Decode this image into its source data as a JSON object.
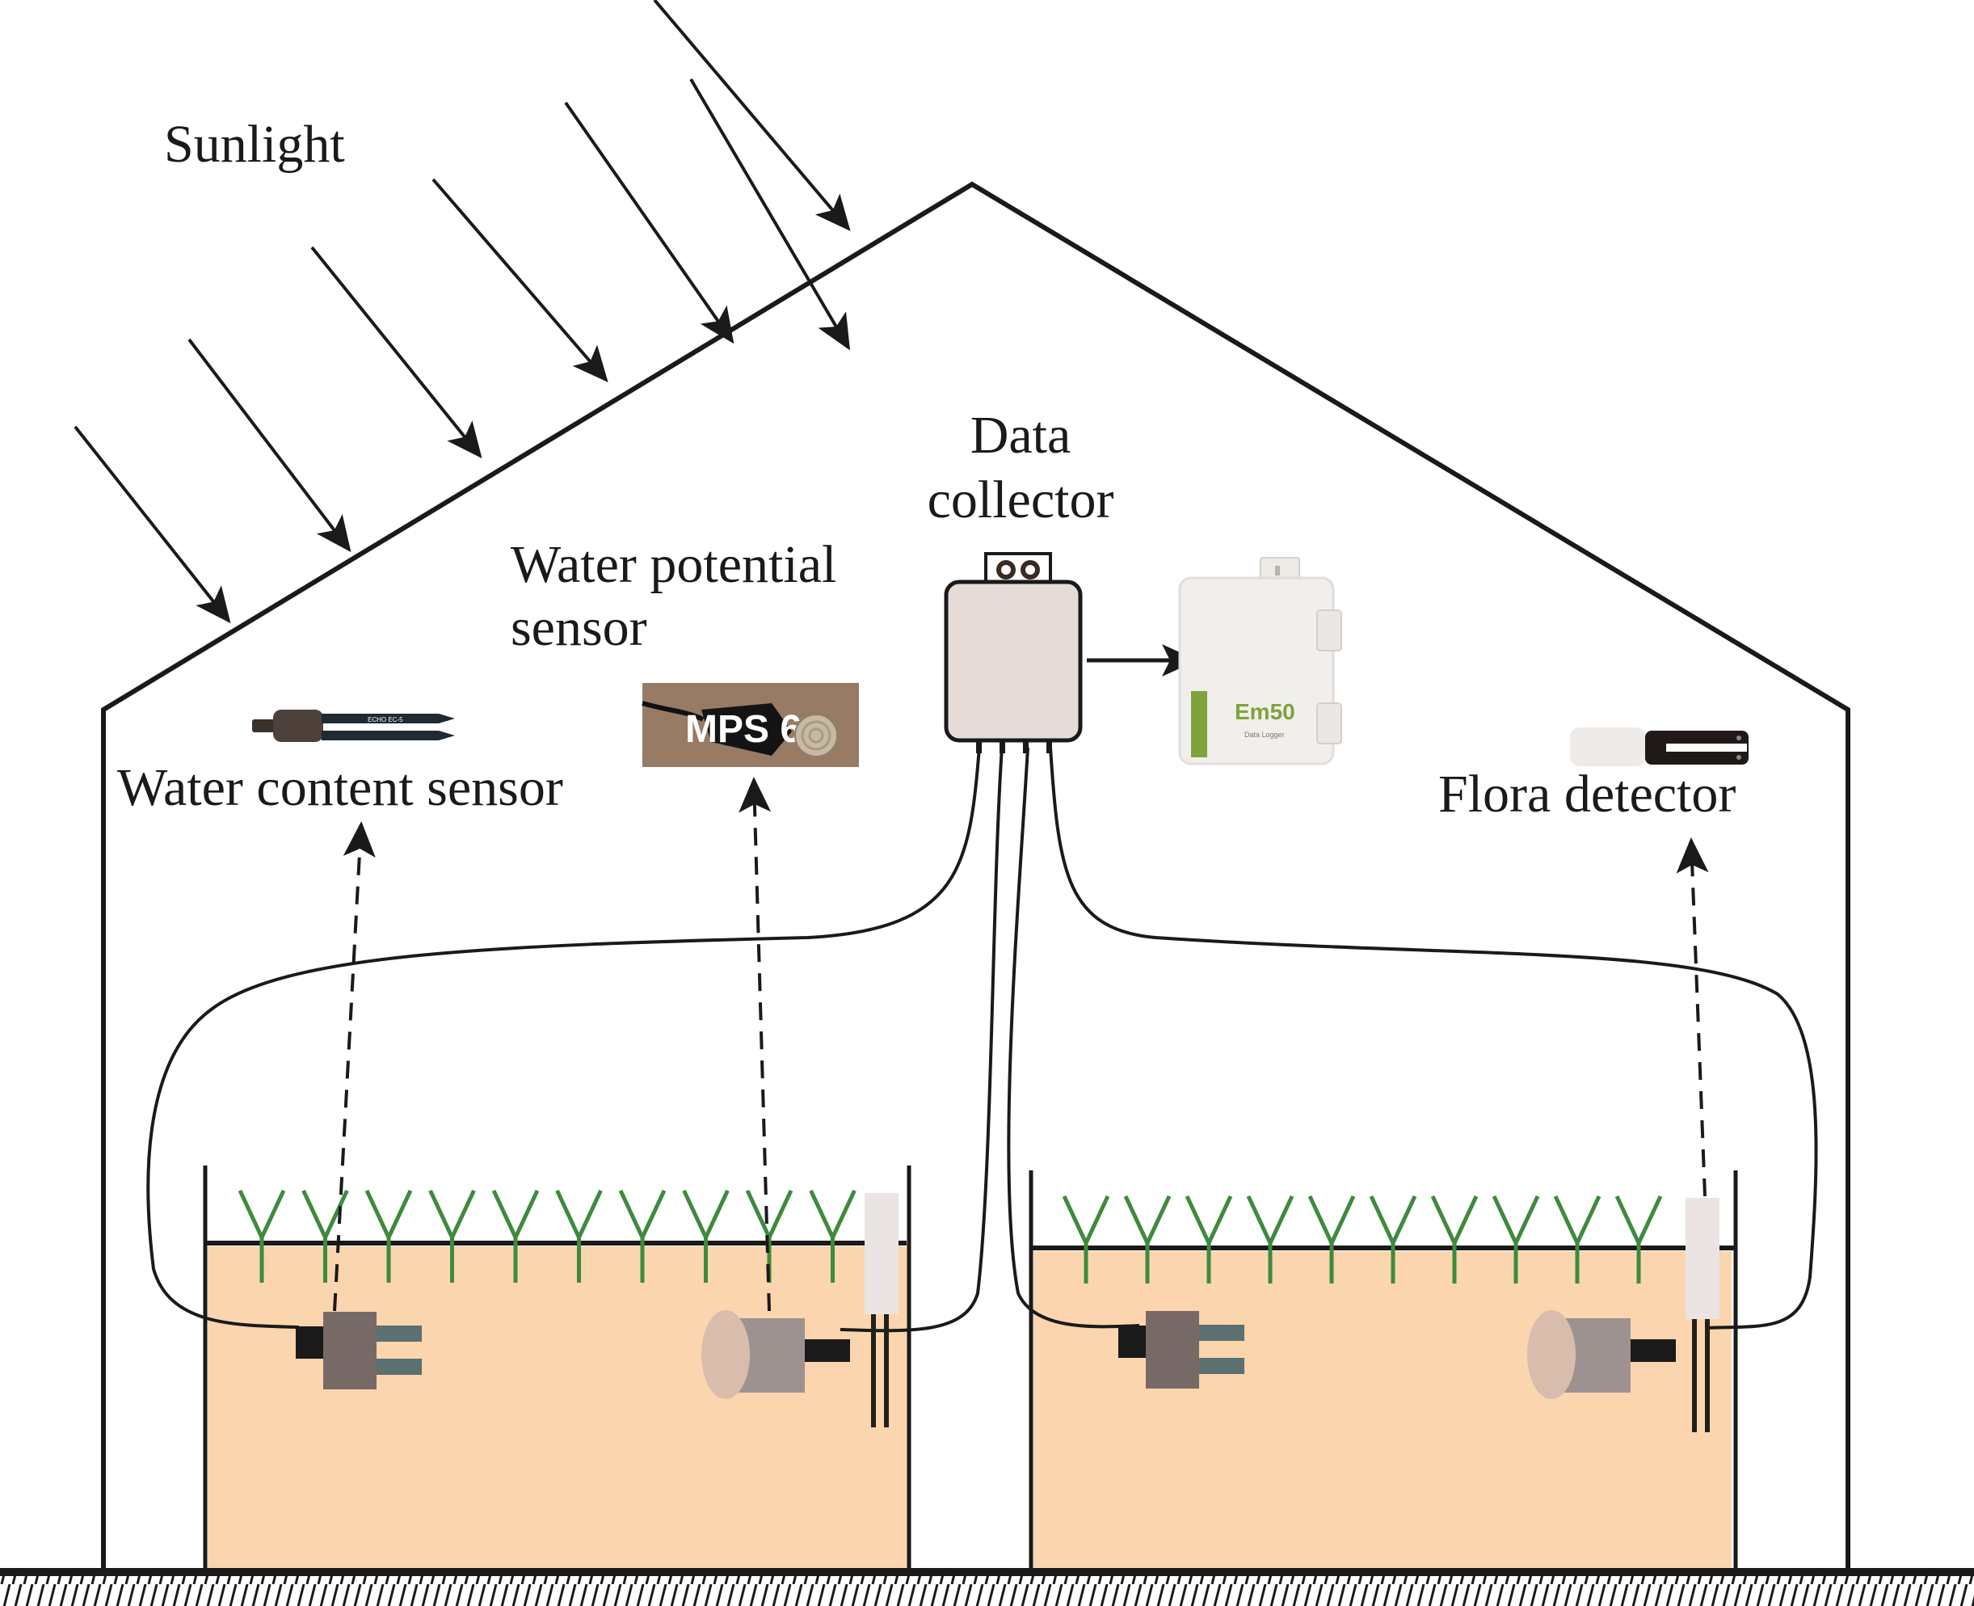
{
  "labels": {
    "sunlight": "Sunlight",
    "data_collector_line1": "Data",
    "data_collector_line2": "collector",
    "water_potential_line1": "Water potential",
    "water_potential_line2": "sensor",
    "water_content": "Water content sensor",
    "flora_detector": "Flora detector"
  },
  "devices": {
    "water_content_sensor_print": "ECHO EC-5",
    "water_potential_sensor_print": "MPS 6",
    "logger_print": "Em50",
    "logger_subtext": "Data Logger"
  },
  "containers": [
    {
      "name": "left-bed",
      "plants": 10,
      "sensors": [
        "water-content",
        "water-potential",
        "flora-detector"
      ]
    },
    {
      "name": "right-bed",
      "plants": 10,
      "sensors": [
        "water-content",
        "water-potential",
        "flora-detector"
      ]
    }
  ],
  "sunlight_rays": 7,
  "colors": {
    "line": "#1a1a1a",
    "soil": "#fbd5ae",
    "plant": "#3e8a3e",
    "collector_body": "#e5dcd8",
    "wc_body": "#776a66",
    "wc_prongs": "#5b7070",
    "wp_body": "#9e9290",
    "wp_disc": "#d8bcac",
    "flora_head": "#eae5e2",
    "logger_body": "#f1efec",
    "logger_accent": "#7fa33c"
  }
}
